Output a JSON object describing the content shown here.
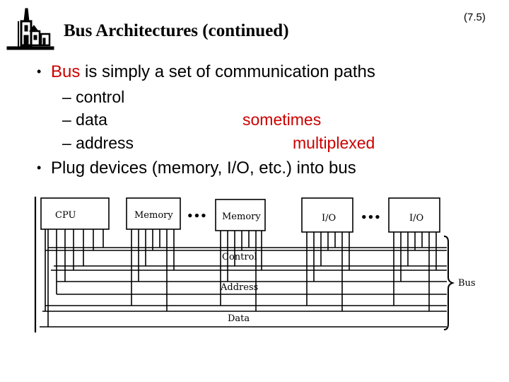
{
  "header": {
    "title": "Bus Architectures (continued)",
    "slide_number": "(7.5)"
  },
  "bullets": {
    "b1_term": "Bus",
    "b1_rest": " is simply a set of communication paths",
    "sub_items": [
      "– control",
      "– data",
      "– address"
    ],
    "note_sometimes": "sometimes",
    "note_multiplexed": "multiplexed",
    "b2": "Plug devices (memory, I/O, etc.) into bus"
  },
  "diagram": {
    "devices": [
      "CPU",
      "Memory",
      "Memory",
      "I/O",
      "I/O"
    ],
    "ellipsis": "•••",
    "lines": [
      "Control",
      "Address",
      "Data"
    ],
    "brace_label": "Bus"
  },
  "colors": {
    "accent": "#cc0000",
    "text": "#000000"
  },
  "icons": {
    "logo": "castle-logo-icon",
    "bullet": "bullet-dot-icon"
  }
}
